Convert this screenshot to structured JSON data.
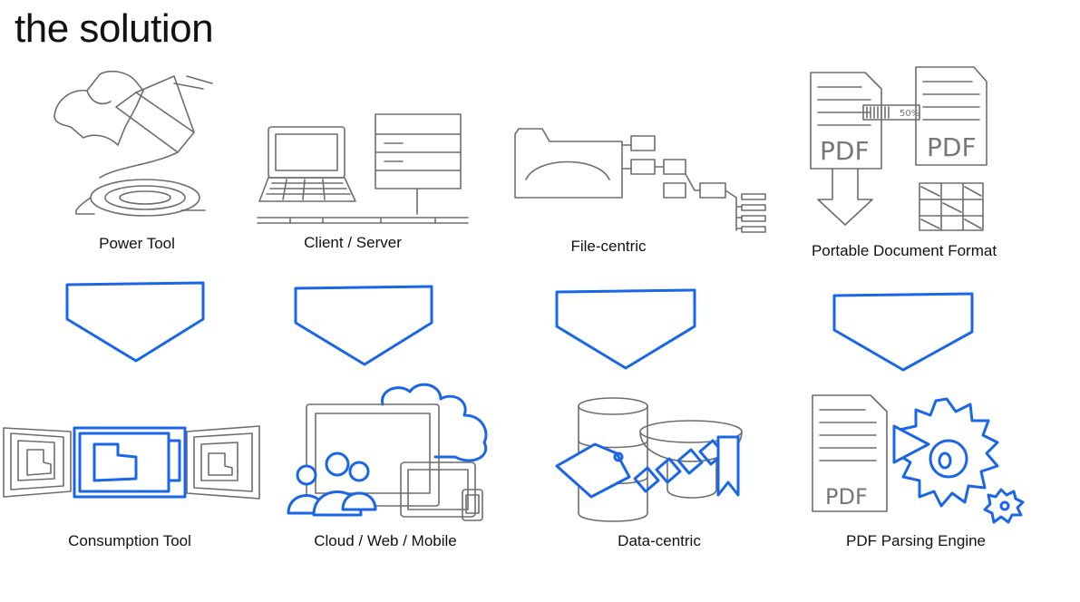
{
  "title": "the solution",
  "top_row": [
    {
      "label": "Power Tool",
      "icon": "power-plug-icon"
    },
    {
      "label": "Client / Server",
      "icon": "client-server-icon"
    },
    {
      "label": "File-centric",
      "icon": "folder-tree-icon"
    },
    {
      "label": "Portable Document Format",
      "icon": "pdf-documents-icon"
    }
  ],
  "bottom_row": [
    {
      "label": "Consumption Tool",
      "icon": "filmstrip-icon"
    },
    {
      "label": "Cloud / Web / Mobile",
      "icon": "cloud-devices-icon"
    },
    {
      "label": "Data-centric",
      "icon": "database-link-icon"
    },
    {
      "label": "PDF Parsing Engine",
      "icon": "pdf-gear-icon"
    }
  ],
  "pdf_text": "PDF",
  "progress_text": "50%",
  "colors": {
    "sketch": "#6d6d6d",
    "accent": "#1a66e8",
    "background": "#ffffff"
  }
}
